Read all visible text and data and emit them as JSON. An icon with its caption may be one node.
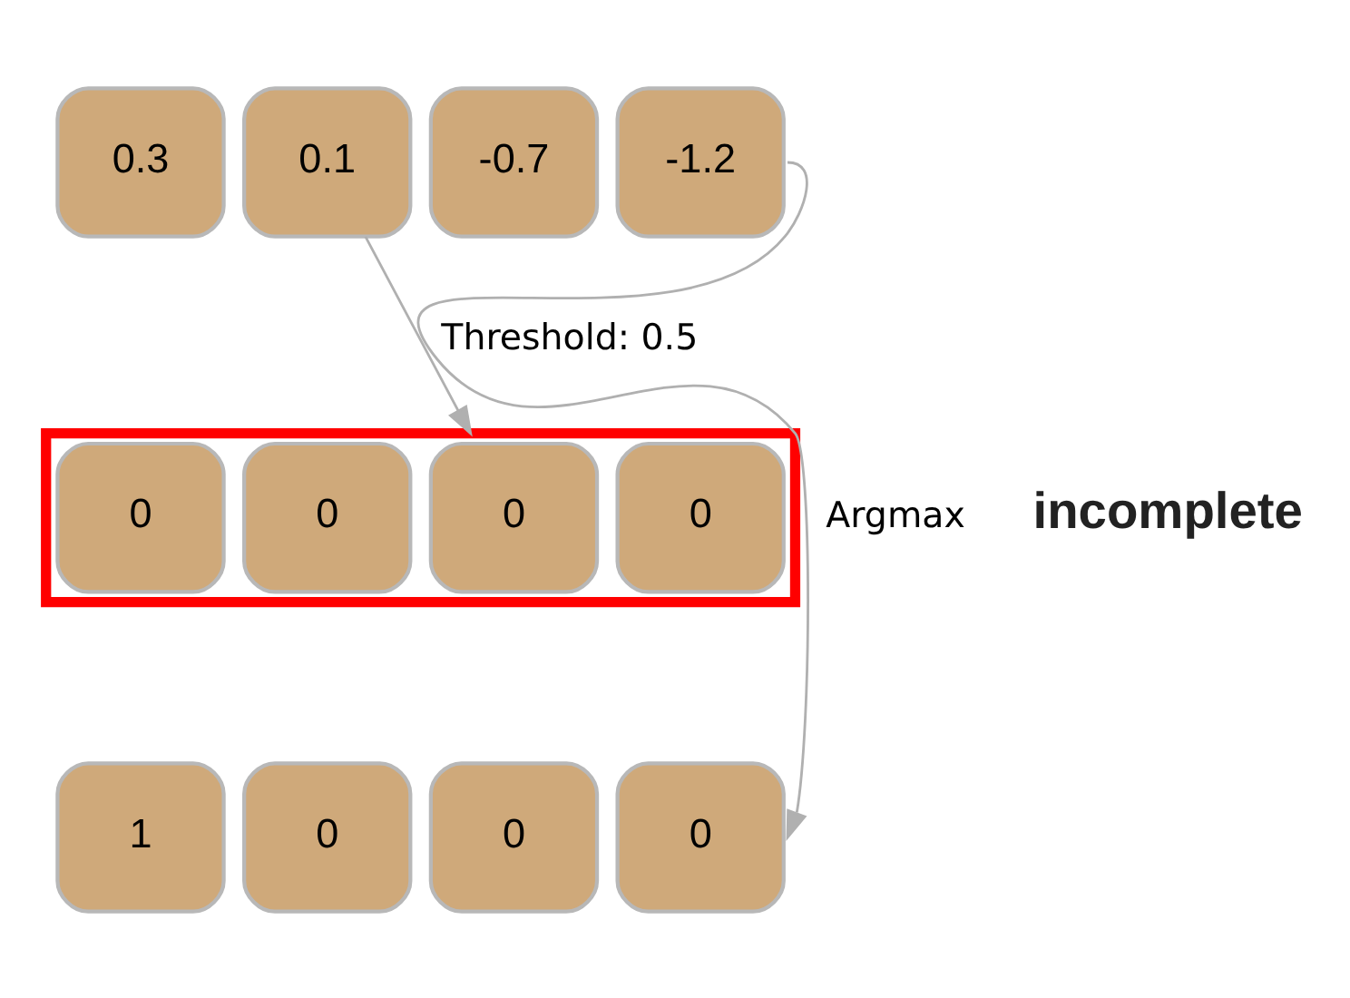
{
  "diagram": {
    "nodes": [
      {
        "text": [
          "0.3"
        ]
      },
      {
        "text": [
          "0.1"
        ]
      },
      {
        "text": [
          "-0.7"
        ]
      },
      {
        "text": [
          "-1.2"
        ]
      },
      {
        "text": [],
        "shape": "box"
      },
      {
        "text": [
          "0"
        ],
        "in": 4
      },
      {
        "text": [
          "0"
        ],
        "in": 4
      },
      {
        "text": [
          "0"
        ],
        "in": 4
      },
      {
        "text": [
          "0"
        ],
        "in": 4
      },
      {
        "text": [
          "1"
        ]
      },
      {
        "text": [
          "0"
        ]
      },
      {
        "text": [
          "0"
        ]
      },
      {
        "text": [
          "0"
        ]
      }
    ],
    "edges": [
      {
        "from": 1,
        "to": 4,
        "arrow": "to",
        "label": "Threshold: 0.5"
      },
      {
        "from": 3,
        "to": 12,
        "arrow": "to",
        "label": "Argmax"
      }
    ],
    "labels": [
      "incomplete"
    ]
  }
}
